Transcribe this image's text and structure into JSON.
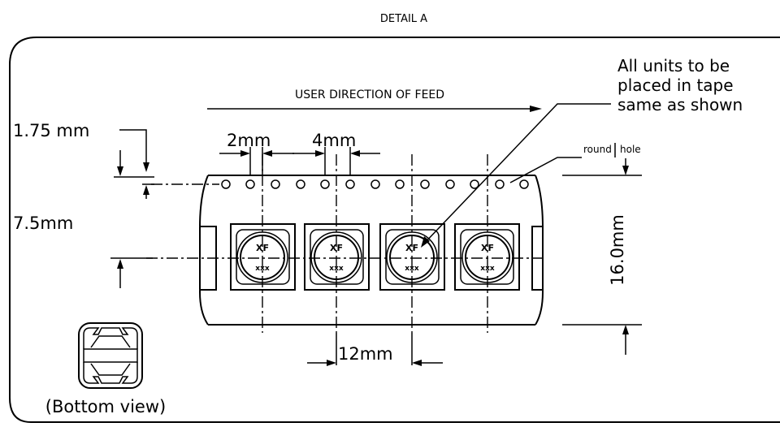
{
  "title": "DETAIL A",
  "feed_label": "USER DIRECTION OF FEED",
  "note_lines": [
    "All units to be",
    "placed in tape",
    "same as shown"
  ],
  "round_hole_label_1": "round",
  "round_hole_label_2": "hole",
  "dims": {
    "d_1_75": "1.75  mm",
    "d_2": "2mm",
    "d_4": "4mm",
    "d_7_5": "7.5mm",
    "d_16": "16.0mm",
    "d_12": "12mm"
  },
  "part_marking_top": "XF",
  "part_marking_bottom": "xxx",
  "bottom_view_label": "(Bottom  view)"
}
